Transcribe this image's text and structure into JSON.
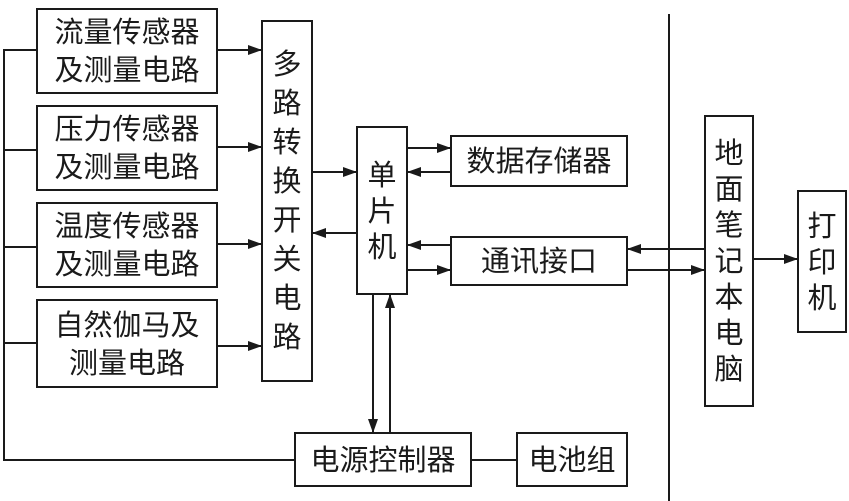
{
  "boxes": {
    "flow_sensor": "流量传感器\n及测量电路",
    "pressure_sensor": "压力传感器\n及测量电路",
    "temp_sensor": "温度传感器\n及测量电路",
    "gamma_sensor": "自然伽马及\n测量电路",
    "multiplexer": "多路转换开关电路",
    "mcu": "单片机",
    "data_storage": "数据存储器",
    "comm_interface": "通讯接口",
    "power_control": "电源控制器",
    "battery": "电池组",
    "laptop": "地面笔记本电脑",
    "printer": "打印机"
  },
  "colors": {
    "line": "#1a1a1a",
    "background": "#ffffff"
  }
}
